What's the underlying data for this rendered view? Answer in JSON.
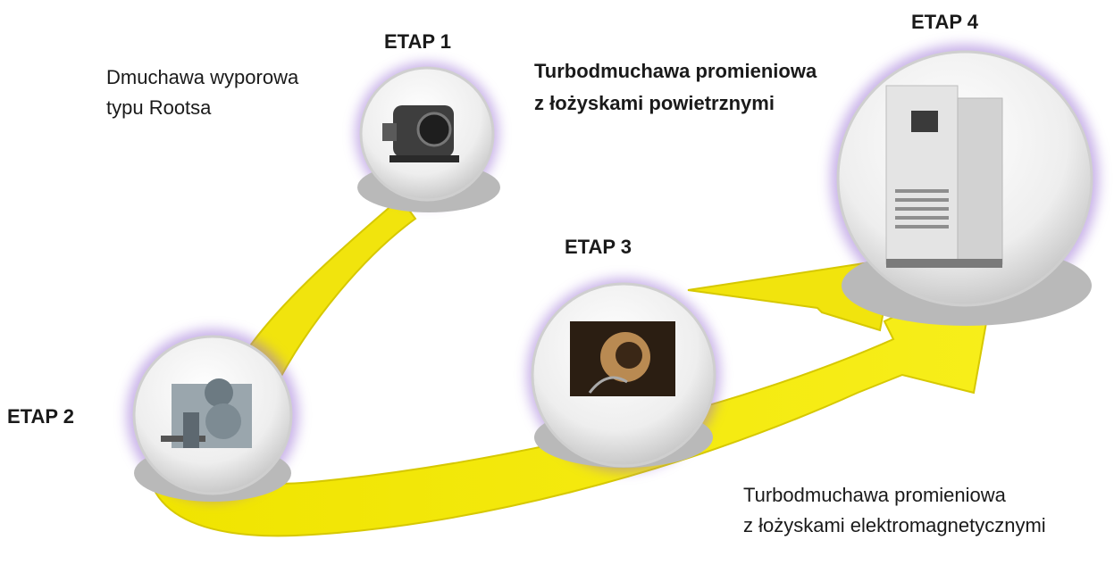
{
  "stages": [
    {
      "id": 1,
      "title": "ETAP 1",
      "caption": [
        "Dmuchawa wyporowa",
        "typu Rootsa"
      ],
      "icon": "roots-blower-icon"
    },
    {
      "id": 2,
      "title": "ETAP 2",
      "caption": [],
      "icon": "geared-turbo-blower-icon"
    },
    {
      "id": 3,
      "title": "ETAP 3",
      "caption": [
        "Turbodmuchawa promieniowa",
        "z łożyskami elektromagnetycznymi"
      ],
      "icon": "magnetic-bearing-icon"
    },
    {
      "id": 4,
      "title": "ETAP 4",
      "caption": [
        "Turbodmuchawa promieniowa",
        "z łożyskami powietrznymi"
      ],
      "icon": "air-bearing-turbo-blower-cabinet-icon"
    }
  ],
  "colors": {
    "arrow": "#f3ea13",
    "arrow_edge": "#d8c900",
    "halo": "#9a6fd6",
    "disc": "#f4f4f4"
  }
}
